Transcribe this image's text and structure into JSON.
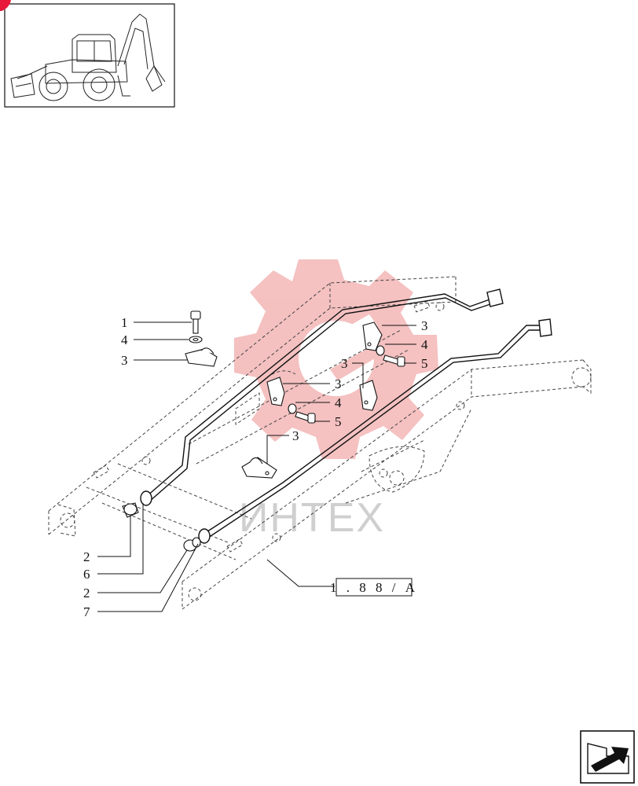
{
  "reference_code": "1.88/A",
  "watermark": {
    "text": "ИНТЕХ",
    "logo_color": "#f3b6b6"
  },
  "colors": {
    "line": "#111111",
    "dashed": "#444444",
    "accent": "#e8183a"
  },
  "callouts": [
    {
      "id": "c1",
      "label": "1"
    },
    {
      "id": "c2",
      "label": "4"
    },
    {
      "id": "c3",
      "label": "3"
    },
    {
      "id": "c4",
      "label": "3"
    },
    {
      "id": "c5",
      "label": "4"
    },
    {
      "id": "c6",
      "label": "5"
    },
    {
      "id": "c7",
      "label": "3"
    },
    {
      "id": "c8",
      "label": "3"
    },
    {
      "id": "c9",
      "label": "4"
    },
    {
      "id": "c10",
      "label": "5"
    },
    {
      "id": "c11",
      "label": "3"
    },
    {
      "id": "c12",
      "label": "2"
    },
    {
      "id": "c13",
      "label": "6"
    },
    {
      "id": "c14",
      "label": "2"
    },
    {
      "id": "c15",
      "label": "7"
    }
  ],
  "icons": {
    "thumbnail": "backhoe-loader-thumbnail",
    "nav": "next-page-arrow-icon"
  }
}
